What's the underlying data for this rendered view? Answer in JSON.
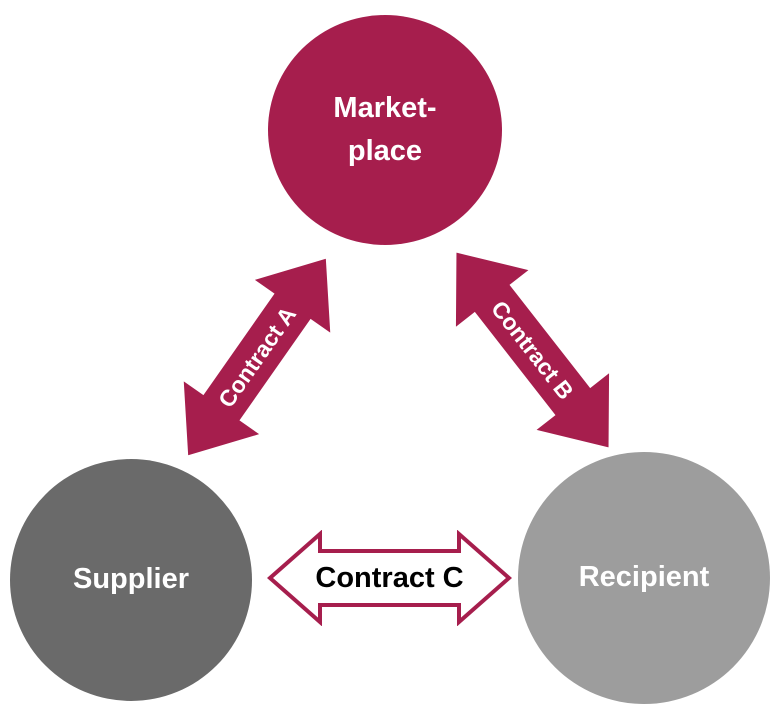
{
  "colors": {
    "accent": "#A61E4D",
    "supplier_fill": "#6A6A6A",
    "recipient_fill": "#9D9D9D",
    "node_text": "#FFFFFF",
    "contract_c_text": "#000000",
    "background": "#FFFFFF"
  },
  "nodes": {
    "marketplace": {
      "label": "Market-\nplace"
    },
    "supplier": {
      "label": "Supplier"
    },
    "recipient": {
      "label": "Recipient"
    }
  },
  "edges": {
    "contract_a": {
      "label": "Contract A"
    },
    "contract_b": {
      "label": "Contract B"
    },
    "contract_c": {
      "label": "Contract C"
    }
  }
}
